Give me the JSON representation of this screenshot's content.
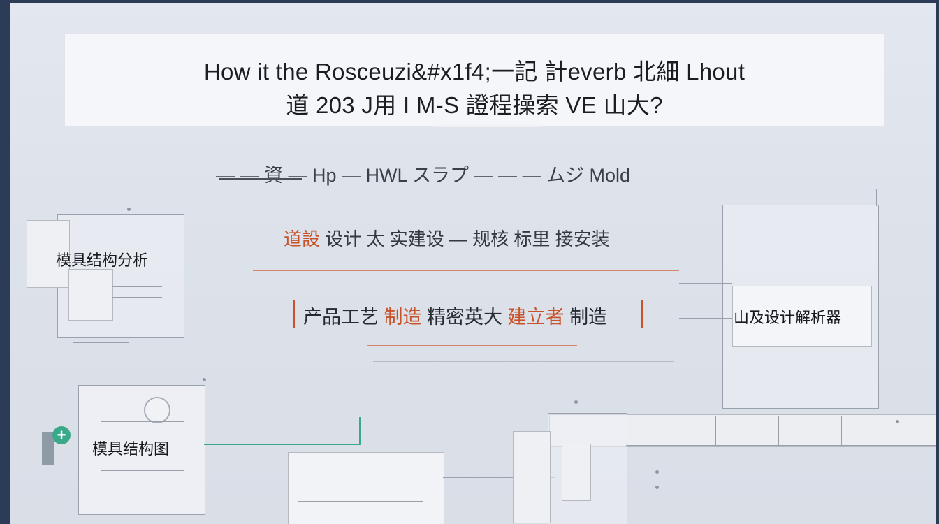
{
  "title": {
    "line1": "How it the Rosceuzi&#x1f4;一記 計everb 北細 Lhout",
    "line2": "道 203 J用 I M-S 證程操索 VE 山大?"
  },
  "subtitle": "— — 資 — Hp — HWL スラプ — — — ムジ Mold",
  "top_caption": {
    "orange_part": "道設",
    "dark_part": "设计 太 实建设 — 规核 标里 接安装"
  },
  "center_caption": {
    "part1": "产品工艺",
    "part2_orange": "制造",
    "part3": "精密英大",
    "part4_orange": "建立者",
    "part5": "制造"
  },
  "nodes": {
    "left_top": "模具结构分析",
    "right": "山及设计解析器",
    "left_bottom": "模具结构图"
  },
  "colors": {
    "accent_orange": "#c8532a",
    "accent_teal": "#3aa98a",
    "page_bg": "#dde2ea",
    "frame": "#2d3c56"
  },
  "icons": [
    "plus-icon",
    "circle-icon"
  ]
}
